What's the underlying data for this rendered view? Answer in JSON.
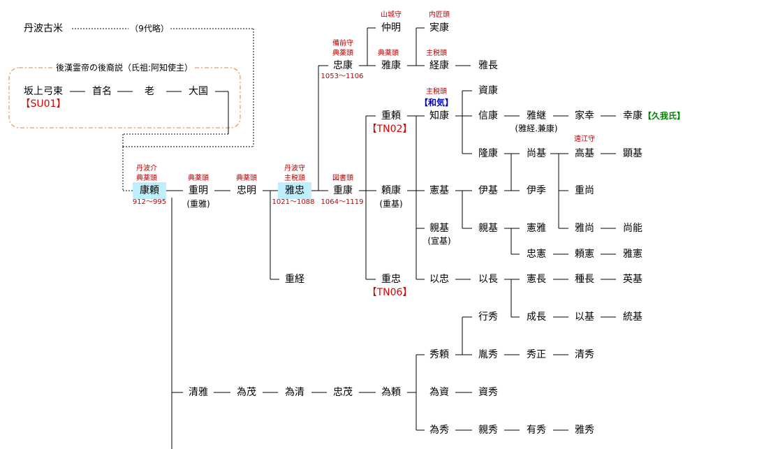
{
  "persons": {
    "tanba_kome": "丹波古米",
    "sakanoue": "坂上弓束",
    "obitona": "首名",
    "oi": "老",
    "okuni": "大国",
    "yasuyori": "康頼",
    "shigeaki": "重明",
    "tadaaki": "忠明",
    "masatada": "雅忠",
    "tadayasu": "忠康",
    "nakaaki": "仲明",
    "saneyasu": "実康",
    "masayasu": "雅康",
    "tsuneyasu": "経康",
    "masanaga": "雅長",
    "shigeyasu": "重康",
    "shigetsune": "重経",
    "shigeyori": "重頼",
    "sukeyasu": "資康",
    "tomoyasu": "知康",
    "nobuyasu": "信康",
    "masatsugu": "雅継",
    "iesachi": "家幸",
    "sachiyasu": "幸康",
    "takayasu": "隆康",
    "naomoto": "尚基",
    "takamoto": "高基",
    "akimoto": "顕基",
    "yorimoto": "頼康",
    "norimoto": "憲基",
    "koremoto": "伊基",
    "korekuni": "伊季",
    "shigenao": "重尚",
    "chikamoto": "親基",
    "norimasa": "憲雅",
    "masanao": "雅尚",
    "naoyoshi": "尚能",
    "tadanori": "忠憲",
    "yorinori": "頼憲",
    "masanori": "雅憲",
    "shigetada": "重忠",
    "mochitada": "以忠",
    "mochinaga": "以長",
    "norinaga": "憲長",
    "tanenaga": "種長",
    "hidemoto": "英基",
    "yukihide": "行秀",
    "narinaga": "成長",
    "mochimoto": "以基",
    "munemoto": "統基",
    "hideyori": "秀頼",
    "tanehide": "胤秀",
    "hidemasa": "秀正",
    "kiyohide": "清秀",
    "kiyomasa": "清雅",
    "tameshige": "為茂",
    "tamekiyo": "為清",
    "tadashige": "忠茂",
    "tameyori": "為頼",
    "tamesuke": "為資",
    "sukehide": "資秀",
    "tamehide": "為秀",
    "chikahide": "親秀",
    "arihide": "有秀",
    "masahide": "雅秀"
  },
  "notes": {
    "nine_gen": "（9代略）",
    "theory": "後漢霊帝の後裔説（氏祖:阿知使主）"
  },
  "titles": {
    "yasuyori_1": "丹波介",
    "yasuyori_2": "典薬頭",
    "shigeaki": "典薬頭",
    "tadaaki": "典薬頭",
    "masatada_1": "丹波守",
    "masatada_2": "主税頭",
    "shigeyasu": "図書頭",
    "tadayasu_1": "備前守",
    "tadayasu_2": "典薬頭",
    "nakaaki": "山城守",
    "saneyasu": "内匠頭",
    "masayasu": "典薬頭",
    "tsuneyasu": "主税頭",
    "tomoyasu": "主税頭",
    "takamoto": "遠江守"
  },
  "years": {
    "yasuyori": "912～995",
    "masatada": "1021～1088",
    "shigeyasu": "1064～1119",
    "tadayasu": "1053～1106"
  },
  "aliases": {
    "shigeaki": "(重雅)",
    "yorimoto": "(重基)",
    "chikamoto": "(宣基)",
    "masatsugu": "(雅経.兼康)"
  },
  "tags": {
    "su01": "【SU01】",
    "tn02": "【TN02】",
    "tn06": "【TN06】",
    "waki": "【和気】",
    "kuga": "【久我氏】"
  },
  "colors": {
    "line": "#000000",
    "dashed": "#000000",
    "orange_box": "#e08040",
    "highlight": "#bfefff",
    "title_red": "#c00000",
    "tag_red": "#e00000",
    "tag_blue": "#0000c0",
    "tag_green": "#008000"
  }
}
